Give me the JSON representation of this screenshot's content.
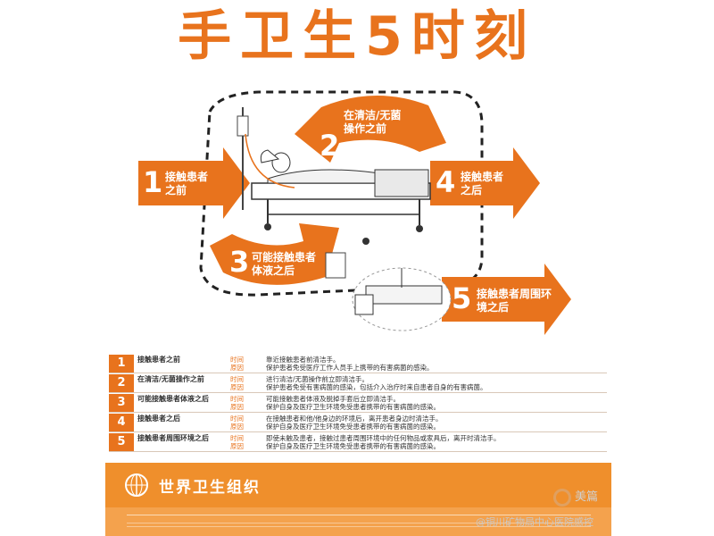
{
  "title": "手卫生5时刻",
  "moments": [
    {
      "number": "1",
      "label": "接触患者之前"
    },
    {
      "number": "2",
      "label": "在清洁/无菌操作之前"
    },
    {
      "number": "3",
      "label": "可能接触患者体液之后"
    },
    {
      "number": "4",
      "label": "接触患者之后"
    },
    {
      "number": "5",
      "label": "接触患者周围环境之后"
    }
  ],
  "table": {
    "time_key": "时间",
    "reason_key": "原因",
    "rows": [
      {
        "number": "1",
        "name": "接触患者之前",
        "time": "靠近接触患者前清洁手。",
        "reason": "保护患者免受医疗工作人员手上携带的有害病菌的感染。"
      },
      {
        "number": "2",
        "name": "在清洁/无菌操作之前",
        "time": "进行清洁/无菌操作前立即清洁手。",
        "reason": "保护患者免受有害病菌的感染，包括介入治疗时来自患者自身的有害病菌。"
      },
      {
        "number": "3",
        "name": "可能接触患者体液之后",
        "time": "可能接触患者体液及脱掉手套后立即清洁手。",
        "reason": "保护自身及医疗卫生环境免受患者携带的有害病菌的感染。"
      },
      {
        "number": "4",
        "name": "接触患者之后",
        "time": "在接触患者和他/他身边的环境后，离开患者身边时清洁手。",
        "reason": "保护自身及医疗卫生环境免受患者携带的有害病菌的感染。"
      },
      {
        "number": "5",
        "name": "接触患者周围环境之后",
        "time": "即使未触及患者，接触过患者周围环境中的任何物品或家具后，离开时清洁手。",
        "reason": "保护自身及医疗卫生环境免受患者携带的有害病菌的感染。"
      }
    ]
  },
  "footer": {
    "org": "世界卫生组织"
  },
  "watermark": {
    "app": "美篇",
    "account": "@铜川矿物局中心医院感控"
  },
  "colors": {
    "primary": "#e8731d",
    "footer": "#ef8f2c"
  }
}
